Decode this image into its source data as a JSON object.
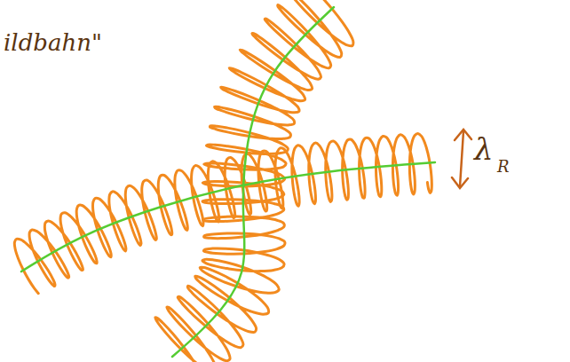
{
  "diagram": {
    "labels": [
      "ildbahn\"",
      "λ",
      "R"
    ]
  }
}
